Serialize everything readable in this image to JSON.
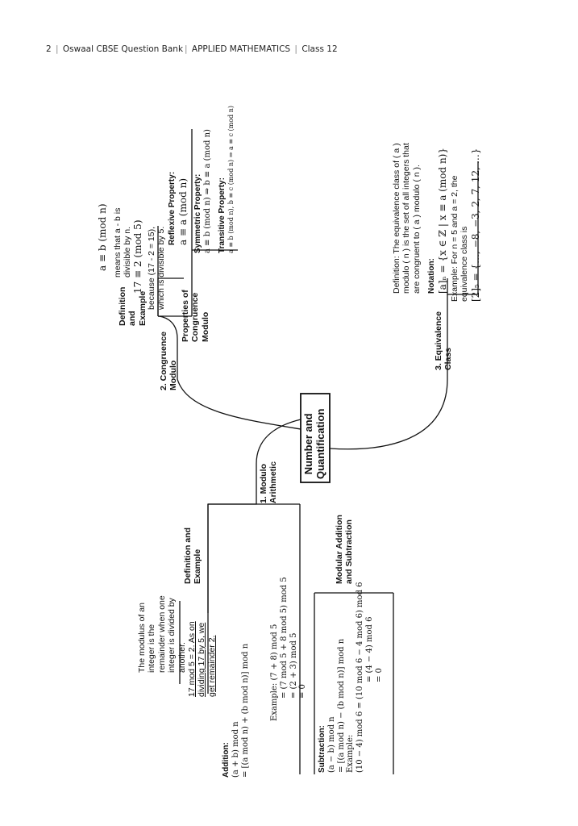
{
  "header": {
    "page_number": "2",
    "book": "Oswaal CBSE Question Bank",
    "subject": "APPLIED MATHEMATICS",
    "class_label": "Class 12"
  },
  "center": {
    "title_line1": "Number and",
    "title_line2": "Quantification"
  },
  "modulo_arithmetic": {
    "heading_line1": "1. Modulo",
    "heading_line2": "Arithmetic",
    "definition": {
      "heading_line1": "Definition and",
      "heading_line2": "Example",
      "text_lines": [
        "The modulus of an",
        "integer is the",
        "remainder when one",
        "integer is divided by",
        "another."
      ],
      "example_lines": [
        "17 mod 5 = 2. As on",
        "dividing 17 by 5, we",
        "get remainder 2."
      ]
    },
    "add_sub": {
      "heading_line1": "Modular Addition",
      "heading_line2": "and Subtraction",
      "addition_label": "Addition:",
      "addition_lines": [
        "(a + b) mod n",
        "= [(a mod n) + (b mod n)] mod n"
      ],
      "addition_example": [
        "Example: (7 + 8) mod 5",
        "= (7 mod 5 + 8 mod 5) mod 5",
        "= (2 + 3) mod 5",
        "= 0"
      ],
      "subtraction_label": "Subtraction:",
      "subtraction_lines": [
        "(a − b) mod n",
        "= [(a mod n) − (b mod n)] mod n"
      ],
      "subtraction_example": [
        "Example:",
        "(10 − 4) mod 6 = (10 mod 6 − 4 mod 6) mod 6",
        "= (4 − 4) mod 6",
        "= 0"
      ]
    }
  },
  "congruence": {
    "heading_line1": "2. Congruence",
    "heading_line2": "Modulo",
    "definition": {
      "heading_lines": [
        "Definition",
        "and",
        "Example"
      ],
      "formula": "a ≡ b (mod n)",
      "meaning_lines": [
        "means that a - b is",
        "divisible by n."
      ],
      "example_formula": "17 ≡ 2 (mod 5)",
      "example_lines": [
        "because (17 - 2 = 15),",
        "which is divisible by 5."
      ]
    },
    "properties": {
      "heading_lines": [
        "Properties of",
        "Congruence",
        "Modulo"
      ],
      "reflexive_label": "Reflexive Property:",
      "reflexive_formula": "a ≡ a (mod n)",
      "symmetric_label": "Symmetric Property:",
      "symmetric_formula": "a ≡ b (mod n) ⇒ b ≡ a (mod n)",
      "transitive_label": "Transitive Property:",
      "transitive_formula": "a ≡ b (mod n), b ≡ c (mod n) ⇒ a ≡ c (mod n)"
    }
  },
  "equivalence": {
    "heading_line1": "3. Equivalence",
    "heading_line2": "Class",
    "definition_lines": [
      "Definition: The equivalence class of ( a )",
      "modulo ( n ) is the set of all integers that",
      "are congruent to ( a ) modulo ( n )."
    ],
    "notation_label": "Notation:",
    "notation_formula": "[a]ₙ = {x ∈ ℤ | x ≡ a (mod n)}",
    "example_lines": [
      "Example: For n = 5 and a = 2, the",
      "equivalence class is"
    ],
    "example_formula": "[2]₅ = {…, −8, −3, 2, 7, 12, …}"
  }
}
